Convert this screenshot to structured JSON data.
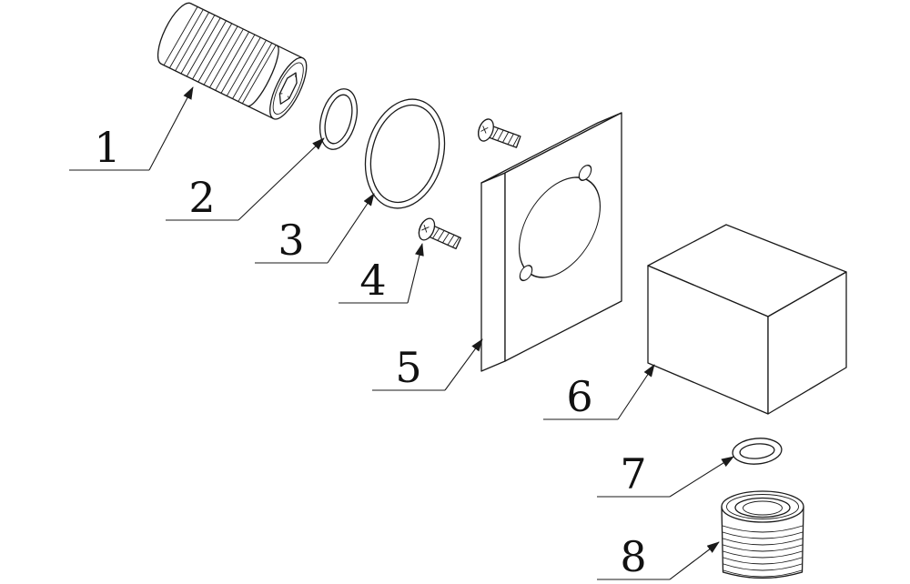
{
  "figure": {
    "type": "exploded-assembly-diagram",
    "background_color": "#ffffff",
    "line_color": "#1a1a1a",
    "callouts": [
      {
        "number": "1",
        "part": "hex-socket-threaded-set-screw"
      },
      {
        "number": "2",
        "part": "washer-ring"
      },
      {
        "number": "3",
        "part": "large-o-ring"
      },
      {
        "number": "4",
        "part": "pan-head-screw"
      },
      {
        "number": "5",
        "part": "square-mounting-plate"
      },
      {
        "number": "6",
        "part": "rectangular-body-block"
      },
      {
        "number": "7",
        "part": "small-o-ring"
      },
      {
        "number": "8",
        "part": "threaded-round-adapter"
      }
    ],
    "unlabeled_parts": [
      "second-pan-head-screw"
    ]
  }
}
